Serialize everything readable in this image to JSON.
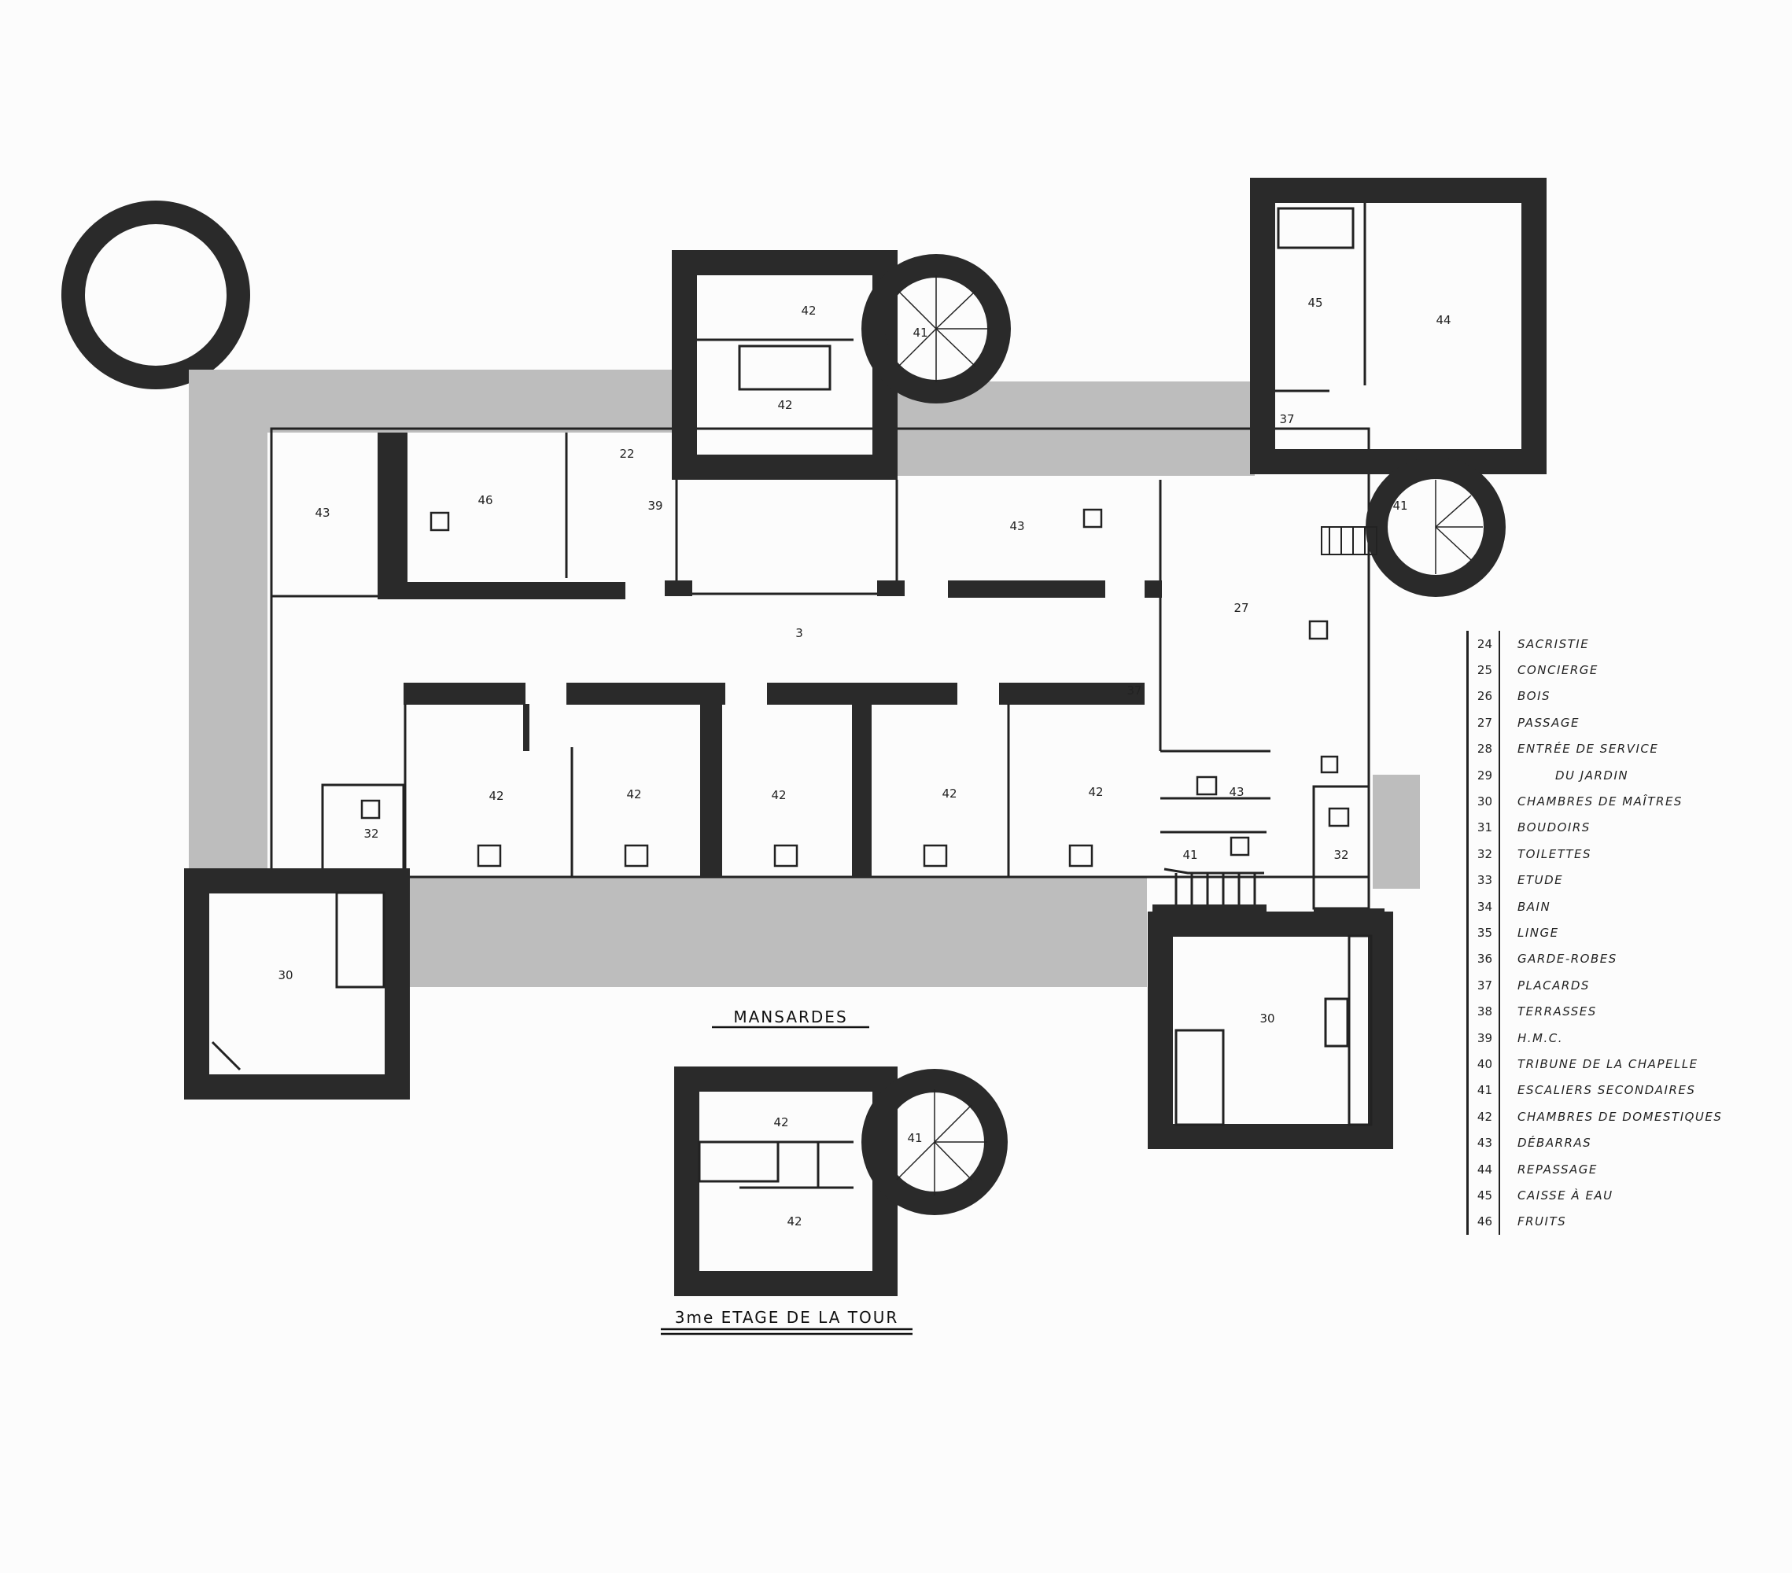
{
  "plan": {
    "rooms": [
      {
        "id": "tower-top-room-a",
        "label": "42"
      },
      {
        "id": "tower-top-room-b",
        "label": "42"
      },
      {
        "id": "tower-top-stair",
        "label": "41"
      },
      {
        "id": "room-45",
        "label": "45"
      },
      {
        "id": "room-44",
        "label": "44"
      },
      {
        "id": "room-37",
        "label": "37"
      },
      {
        "id": "east-stair",
        "label": "41"
      },
      {
        "id": "room-43-west",
        "label": "43"
      },
      {
        "id": "room-46",
        "label": "46"
      },
      {
        "id": "room-22",
        "label": "22"
      },
      {
        "id": "room-39",
        "label": "39"
      },
      {
        "id": "room-43-north",
        "label": "43"
      },
      {
        "id": "passage-27",
        "label": "27"
      },
      {
        "id": "corridor-3",
        "label": "3"
      },
      {
        "id": "room-42-s1",
        "label": "42"
      },
      {
        "id": "room-42-s2",
        "label": "42"
      },
      {
        "id": "room-42-s3",
        "label": "42"
      },
      {
        "id": "room-42-s4",
        "label": "42"
      },
      {
        "id": "room-42-s5",
        "label": "42"
      },
      {
        "id": "room-37-closet",
        "label": "37"
      },
      {
        "id": "room-32-west",
        "label": "32"
      },
      {
        "id": "room-43-east",
        "label": "43"
      },
      {
        "id": "room-44-stair",
        "label": "41"
      },
      {
        "id": "room-32-east",
        "label": "32"
      },
      {
        "id": "room-30-west",
        "label": "30"
      },
      {
        "id": "room-30-east",
        "label": "30"
      },
      {
        "id": "lower-room-a",
        "label": "42"
      },
      {
        "id": "lower-room-b",
        "label": "42"
      },
      {
        "id": "lower-stair",
        "label": "41"
      }
    ],
    "caption_mansardes": "MANSARDES",
    "caption_tower": "3me ETAGE DE LA TOUR"
  },
  "legend": [
    {
      "num": "24",
      "label": "SACRISTIE"
    },
    {
      "num": "25",
      "label": "CONCIERGE"
    },
    {
      "num": "26",
      "label": "BOIS"
    },
    {
      "num": "27",
      "label": "PASSAGE"
    },
    {
      "num": "28",
      "label": "ENTRÉE DE SERVICE"
    },
    {
      "num": "29",
      "label": "DU JARDIN"
    },
    {
      "num": "30",
      "label": "CHAMBRES DE MAÎTRES"
    },
    {
      "num": "31",
      "label": "BOUDOIRS"
    },
    {
      "num": "32",
      "label": "TOILETTES"
    },
    {
      "num": "33",
      "label": "ETUDE"
    },
    {
      "num": "34",
      "label": "BAIN"
    },
    {
      "num": "35",
      "label": "LINGE"
    },
    {
      "num": "36",
      "label": "GARDE-ROBES"
    },
    {
      "num": "37",
      "label": "PLACARDS"
    },
    {
      "num": "38",
      "label": "TERRASSES"
    },
    {
      "num": "39",
      "label": "H.M.C."
    },
    {
      "num": "40",
      "label": "TRIBUNE DE LA CHAPELLE"
    },
    {
      "num": "41",
      "label": "ESCALIERS SECONDAIRES"
    },
    {
      "num": "42",
      "label": "CHAMBRES DE DOMESTIQUES"
    },
    {
      "num": "43",
      "label": "DÉBARRAS"
    },
    {
      "num": "44",
      "label": "REPASSAGE"
    },
    {
      "num": "45",
      "label": "CAISSE À EAU"
    },
    {
      "num": "46",
      "label": "FRUITS"
    }
  ]
}
